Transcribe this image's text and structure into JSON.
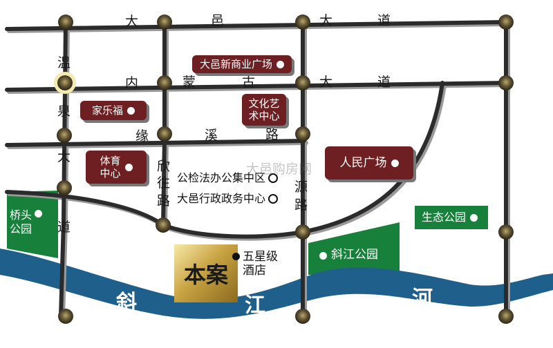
{
  "roads": {
    "dayi_dadao": [
      "大",
      "邑",
      "大",
      "道"
    ],
    "neimenggu_dadao": [
      "内",
      "蒙",
      "古",
      "大",
      "道"
    ],
    "yuanxi_lu": [
      "缘",
      "溪",
      "路"
    ],
    "wenquan_dadao": [
      "温",
      "泉",
      "大",
      "道"
    ],
    "xinwang_lu": [
      "欣",
      "往",
      "路"
    ],
    "yuan_lu_right": [
      "源",
      "路"
    ]
  },
  "landmarks": {
    "shangye": "大邑新商业广场",
    "jialefu": "家乐福",
    "wenhua": "文化艺\n术中心",
    "tiyu": "体育\n中心",
    "renmin": "人民广场",
    "qiaotou": "桥头\n公园",
    "xiejiang_park": "斜江公园",
    "shengtai": "生态公园",
    "gongjian": "公检法办公集中区",
    "xingzheng": "大邑行政政务中心",
    "hotel": "五星级\n酒店",
    "project": "本案"
  },
  "river": {
    "chars": [
      "斜",
      "江",
      "河"
    ]
  },
  "watermark": "大邑购房网",
  "colors": {
    "landmark": "#6e1f22",
    "park": "#17803a",
    "river": "#1f5f8b",
    "road": "#2b2b2b"
  }
}
